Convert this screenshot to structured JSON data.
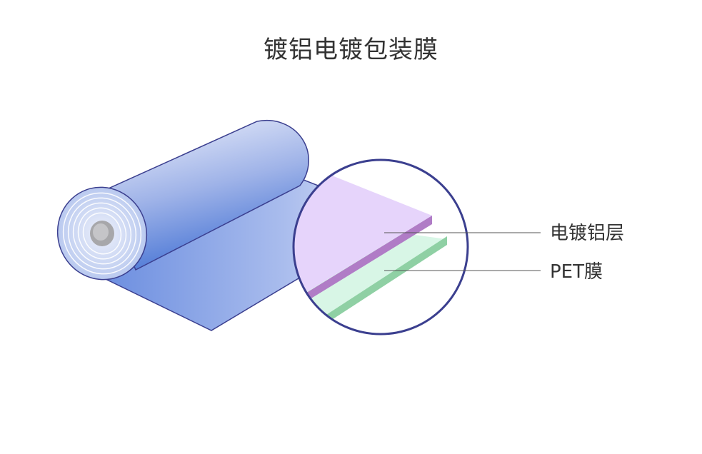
{
  "title": "镀铝电镀包装膜",
  "layers": [
    {
      "label": "电镀铝层",
      "color": "#b07cc6"
    },
    {
      "label": "PET膜",
      "color": "#8fd0a4"
    }
  ],
  "colors": {
    "outline": "#3b3f8f",
    "roll_dark": "#4f7ad6",
    "roll_light": "#e3e8f8",
    "film_purple": "#e6d4fb",
    "film_green": "#d8f6e6",
    "leader_line": "#555555"
  }
}
